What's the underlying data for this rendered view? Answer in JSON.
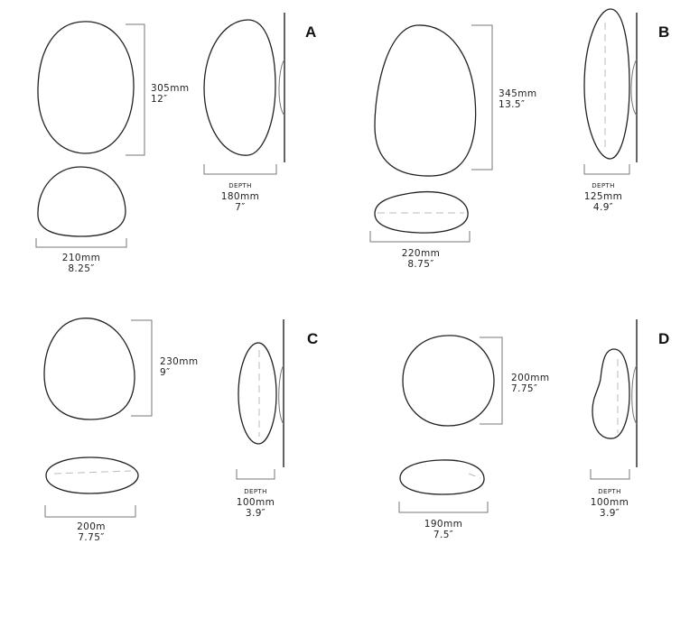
{
  "A": {
    "letter": "A",
    "height_mm": "305mm",
    "height_in": "12″",
    "width_mm": "210mm",
    "width_in": "8.25″",
    "depth_label": "DEPTH",
    "depth_mm": "180mm",
    "depth_in": "7″"
  },
  "B": {
    "letter": "B",
    "height_mm": "345mm",
    "height_in": "13.5″",
    "width_mm": "220mm",
    "width_in": "8.75″",
    "depth_label": "DEPTH",
    "depth_mm": "125mm",
    "depth_in": "4.9″"
  },
  "C": {
    "letter": "C",
    "height_mm": "230mm",
    "height_in": "9″",
    "width_mm": "200m",
    "width_in": "7.75″",
    "depth_label": "DEPTH",
    "depth_mm": "100mm",
    "depth_in": "3.9″"
  },
  "D": {
    "letter": "D",
    "height_mm": "200mm",
    "height_in": "7.75″",
    "width_mm": "190mm",
    "width_in": "7.5″",
    "depth_label": "DEPTH",
    "depth_mm": "100mm",
    "depth_in": "3.9″"
  }
}
